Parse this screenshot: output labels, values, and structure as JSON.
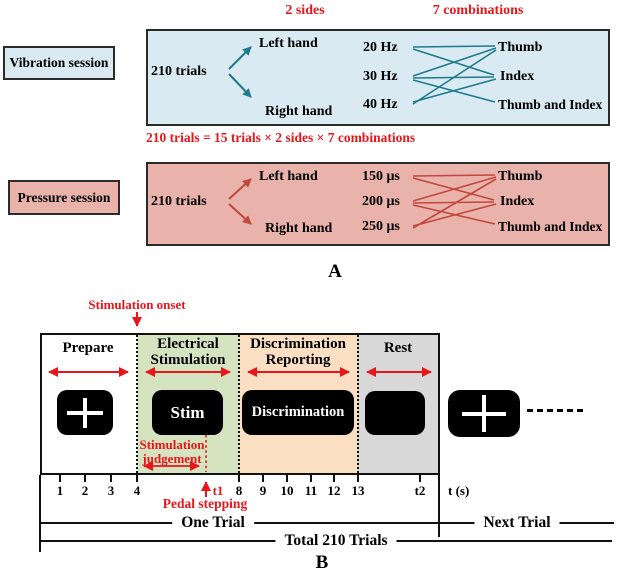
{
  "panel_a": {
    "label": "A",
    "headers": {
      "sides": "2 sides",
      "combinations": "7 combinations"
    },
    "formula": "210 trials = 15 trials × 2 sides × 7 combinations",
    "vibration": {
      "session_label": "Vibration session",
      "trials": "210 trials",
      "hands": [
        "Left hand",
        "Right hand"
      ],
      "params": [
        "20 Hz",
        "30 Hz",
        "40 Hz"
      ],
      "sites": [
        "Thumb",
        "Index",
        "Thumb and Index"
      ],
      "colors": {
        "bg": "#d9eaf3",
        "line": "#1e7b8e"
      }
    },
    "pressure": {
      "session_label": "Pressure session",
      "trials": "210 trials",
      "hands": [
        "Left hand",
        "Right hand"
      ],
      "params": [
        "150 μs",
        "200 μs",
        "250 μs"
      ],
      "sites": [
        "Thumb",
        "Index",
        "Thumb and Index"
      ],
      "colors": {
        "bg": "#e9b3ab",
        "line": "#c2473c"
      }
    }
  },
  "panel_b": {
    "label": "B",
    "annotations": {
      "stimulation_onset": "Stimulation onset",
      "stimulation_judgement_line1": "Stimulation",
      "stimulation_judgement_line2": "judgement",
      "pedal_stepping": "Pedal stepping",
      "t1": "t1"
    },
    "phases": [
      {
        "name_lines": [
          "Prepare"
        ],
        "screen": "cross",
        "bg": "#ffffff"
      },
      {
        "name_lines": [
          "Electrical",
          "Stimulation"
        ],
        "screen": "Stim",
        "bg": "#d5e3c1"
      },
      {
        "name_lines": [
          "Discrimination",
          "Reporting"
        ],
        "screen": "Discrimination",
        "bg": "#fadfc2"
      },
      {
        "name_lines": [
          "Rest"
        ],
        "screen": "blank",
        "bg": "#d8d8d8"
      }
    ],
    "axis": {
      "ticks": [
        "1",
        "2",
        "3",
        "4",
        "8",
        "9",
        "10",
        "11",
        "12",
        "13",
        "t2"
      ],
      "unit": "t (s)"
    },
    "footer": {
      "one_trial": "One Trial",
      "next_trial": "Next Trial",
      "total": "Total 210 Trials"
    },
    "colors": {
      "accent_red": "#e8151b"
    }
  }
}
